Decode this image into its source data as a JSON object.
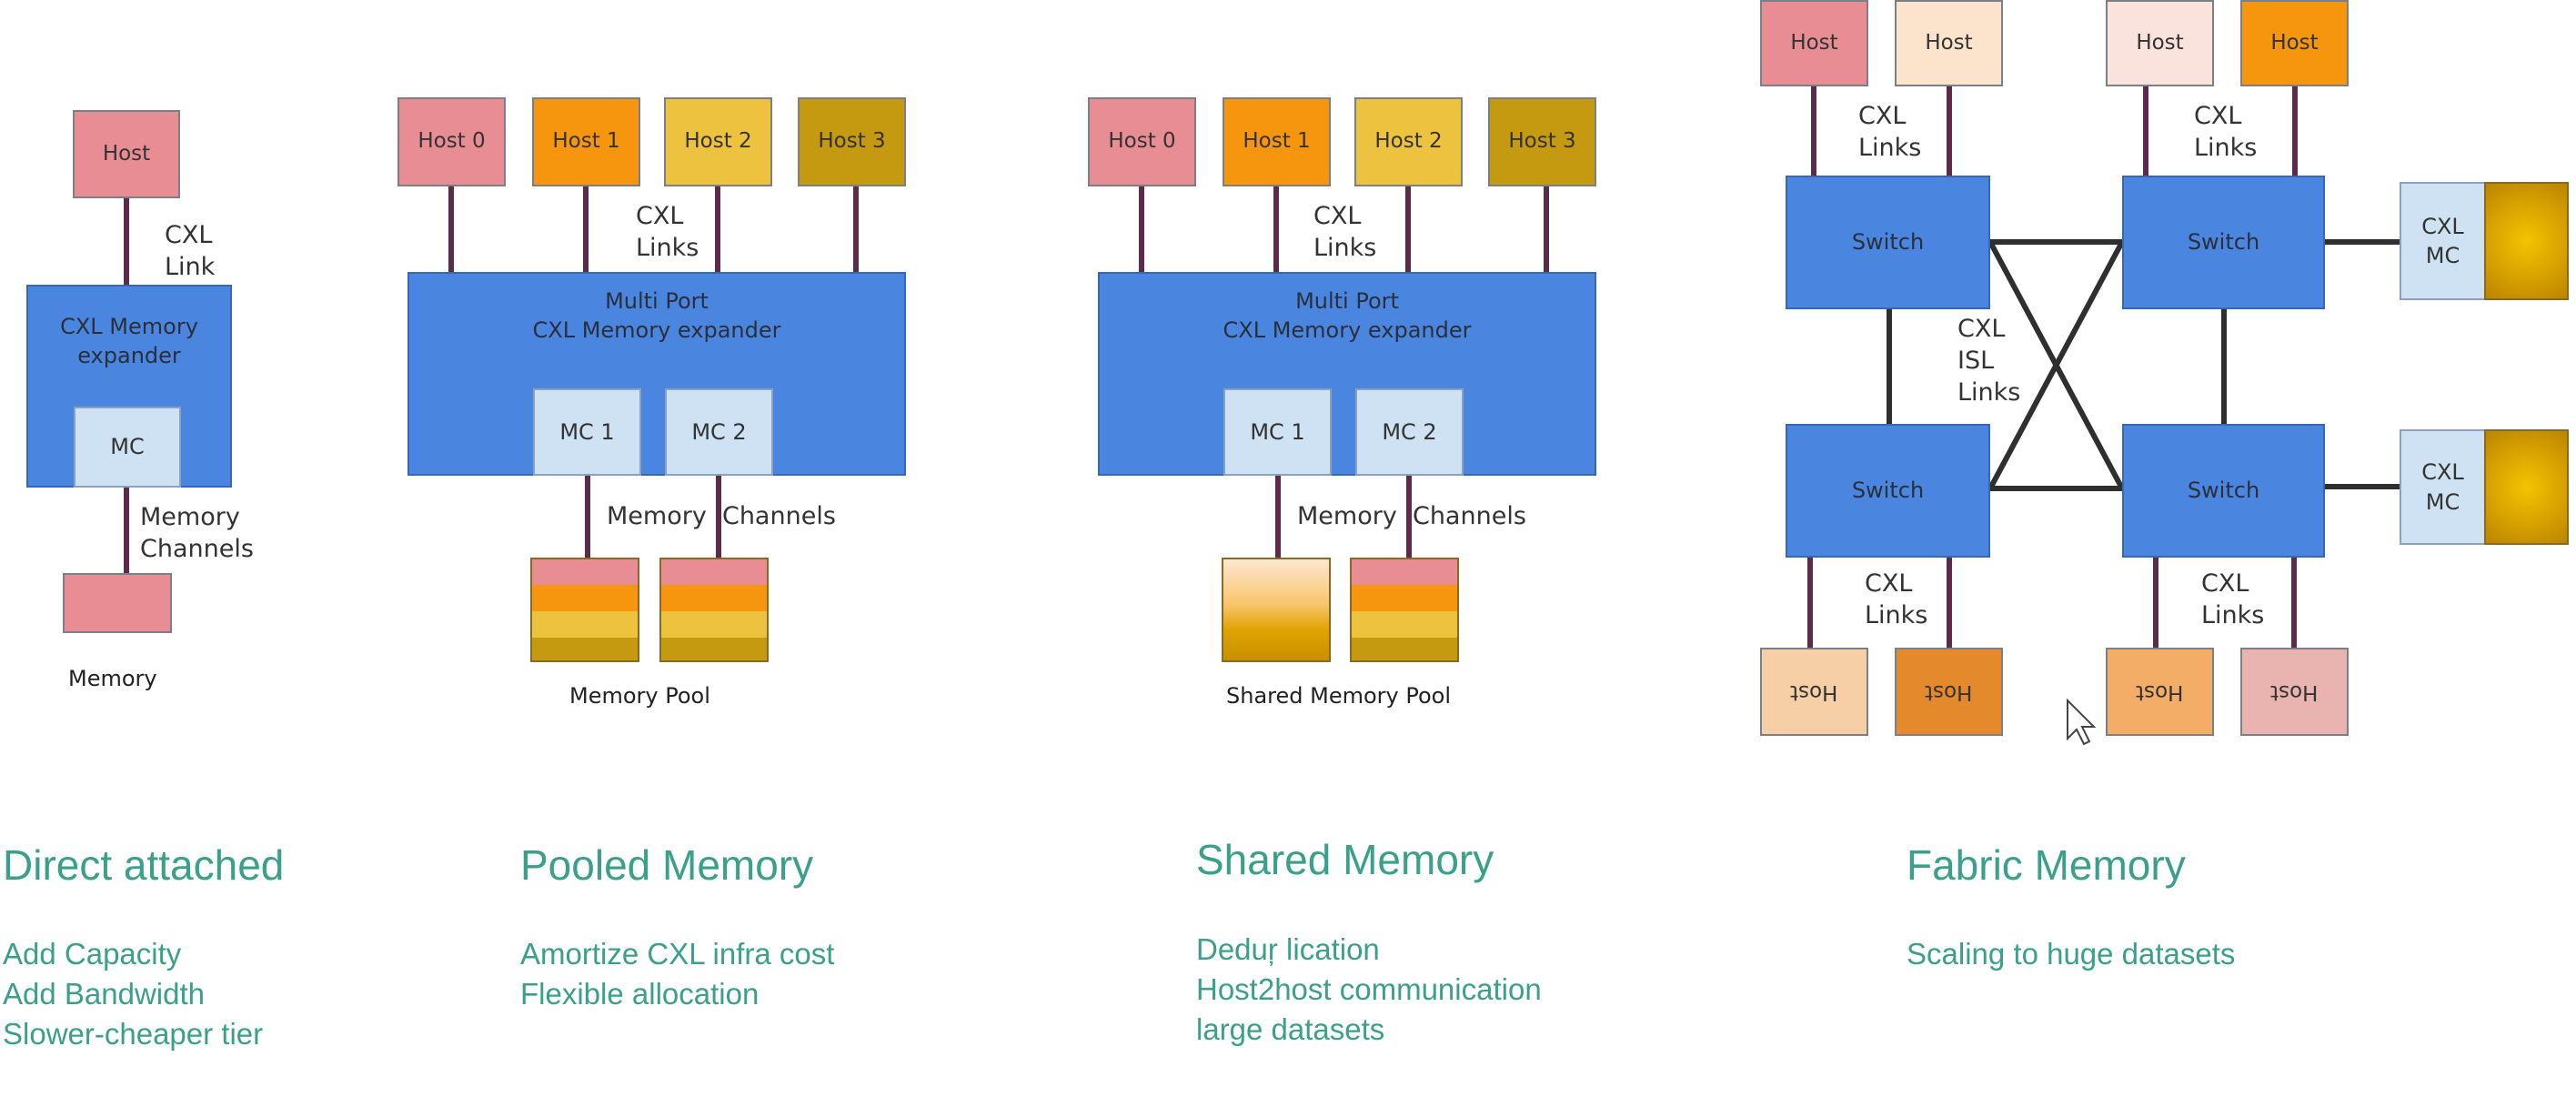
{
  "colors": {
    "accent_text": "#3aa08a",
    "expander_blue": "#4a86e0",
    "mc_fill": "#cfe2f3",
    "link_line": "#5a2c4a",
    "host_pink": "#e88d94",
    "host_orange": "#f5960e",
    "host_yellow": "#ecc23e",
    "host_gold": "#c69a10"
  },
  "direct": {
    "host": "Host",
    "link": [
      "CXL",
      "Link"
    ],
    "expander": [
      "CXL Memory",
      "expander"
    ],
    "mc": "MC",
    "channels": [
      "Memory",
      "Channels"
    ],
    "memory": "Memory",
    "title": "Direct attached",
    "desc": [
      "Add Capacity",
      "Add Bandwidth",
      "Slower-cheaper tier"
    ]
  },
  "pooled": {
    "hosts": [
      "Host 0",
      "Host 1",
      "Host 2",
      "Host 3"
    ],
    "links": [
      "CXL",
      "Links"
    ],
    "expander": [
      "Multi Port",
      "CXL Memory expander"
    ],
    "mcs": [
      "MC 1",
      "MC 2"
    ],
    "channels": "Memory  Channels",
    "pool": "Memory Pool",
    "title": "Pooled Memory",
    "desc": [
      "Amortize CXL infra cost",
      "Flexible allocation"
    ]
  },
  "shared": {
    "hosts": [
      "Host 0",
      "Host 1",
      "Host 2",
      "Host 3"
    ],
    "links": [
      "CXL",
      "Links"
    ],
    "expander": [
      "Multi Port",
      "CXL Memory expander"
    ],
    "mcs": [
      "MC 1",
      "MC 2"
    ],
    "channels": "Memory  Channels",
    "pool": "Shared Memory Pool",
    "title": "Shared Memory",
    "desc": [
      "Deduŗ lication",
      "Host2host communication",
      "large datasets"
    ]
  },
  "fabric": {
    "top_hosts": [
      "Host",
      "Host",
      "Host",
      "Host"
    ],
    "bottom_hosts": [
      "Host",
      "Host",
      "Host",
      "Host"
    ],
    "switch": "Switch",
    "links": [
      "CXL",
      "Links"
    ],
    "isl": [
      "CXL",
      "ISL",
      "Links"
    ],
    "mc": [
      "CXL",
      "MC"
    ],
    "title": "Fabric Memory",
    "desc": [
      "Scaling to huge datasets"
    ]
  }
}
